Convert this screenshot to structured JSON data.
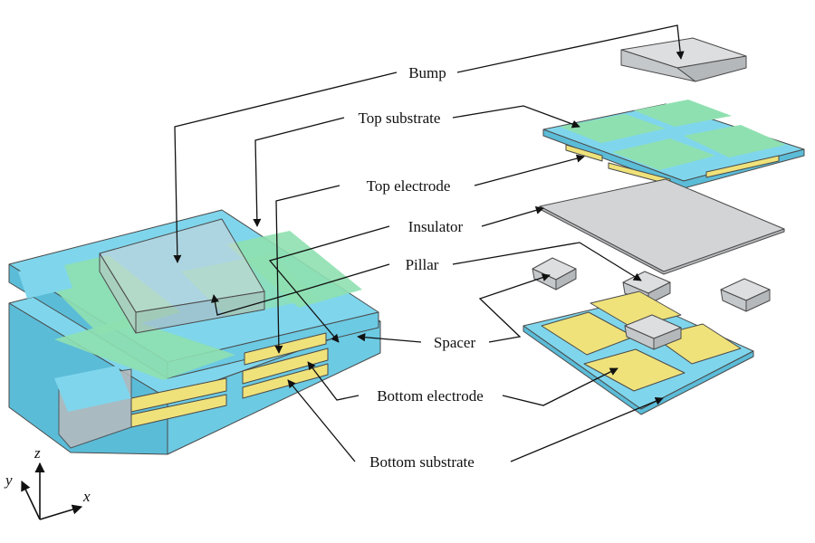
{
  "diagram": {
    "labels": {
      "bump": "Bump",
      "top_substrate": "Top substrate",
      "top_electrode": "Top electrode",
      "insulator": "Insulator",
      "pillar": "Pillar",
      "spacer": "Spacer",
      "bottom_electrode": "Bottom electrode",
      "bottom_substrate": "Bottom substrate"
    },
    "axes": {
      "x": "x",
      "y": "y",
      "z": "z"
    },
    "colors": {
      "substrate": "#7fd6ec",
      "substrate_dark": "#5bbcd8",
      "green_overlap": "#8fe0b0",
      "electrode": "#efe27a",
      "electrode_dark": "#d9c84e",
      "insulator": "#d2d4d6",
      "pillar": "#c9cbce",
      "bump": "#c5c8cb"
    }
  }
}
